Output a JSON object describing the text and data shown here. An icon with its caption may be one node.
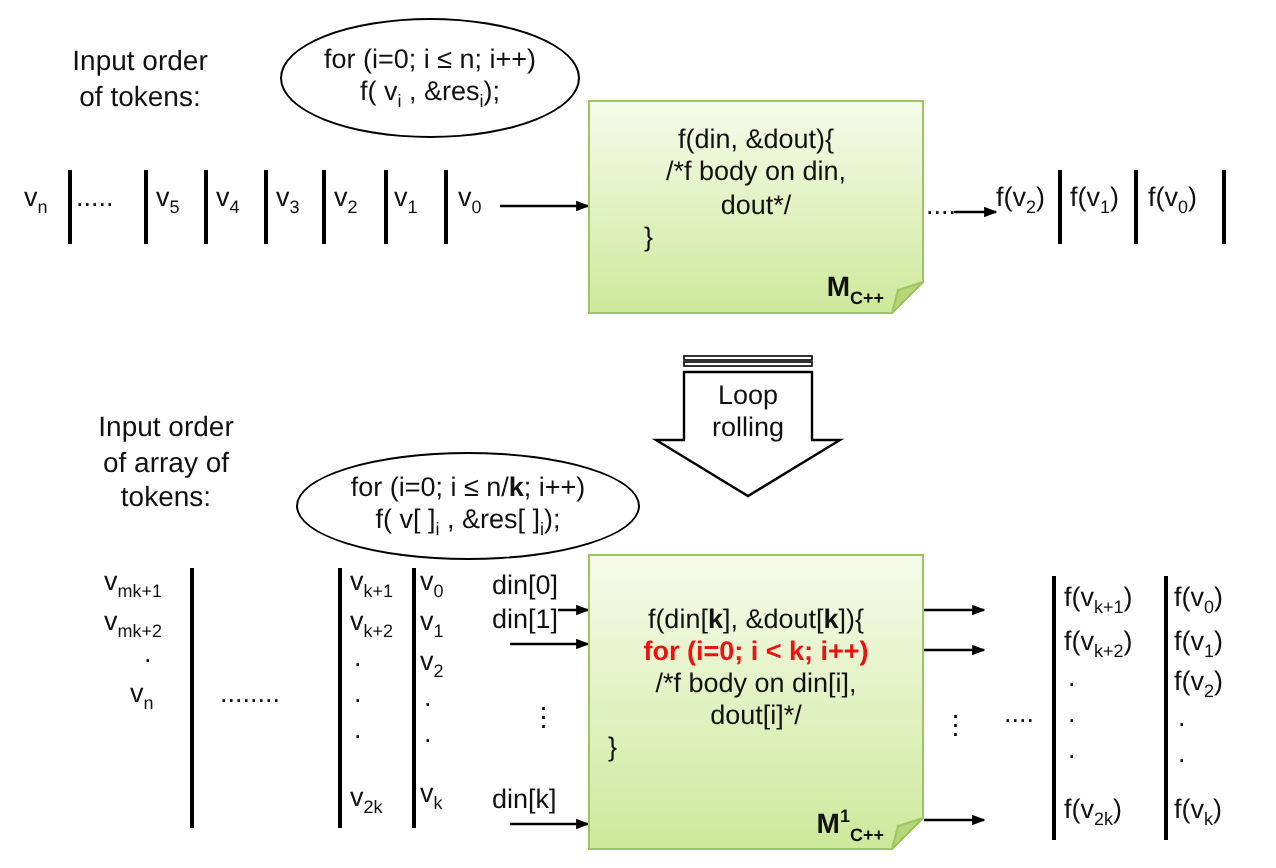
{
  "diagram": {
    "nodes": [
      {
        "text": [
          "for (i=0; i ≤ n; i++)",
          "f( v$_{i}$ , &res$_{i}$);"
        ]
      },
      {
        "text": [
          "f(din, &dout){",
          "/*f body on din, dout*/",
          "}",
          "M$_{C++}$"
        ]
      },
      {
        "text": [
          "for (i=0; i ≤ n/**k**; i++)",
          "f( v[ ]$_{i}$ , &res[ ]$_{i}$);"
        ]
      },
      {
        "text": [
          "Loop rolling"
        ]
      },
      {
        "text": [
          "f(din[**k**], &dout[**k**]){",
          "for (i=0; i < k; i++)",
          "/*f body on din[i], dout[i]*/",
          "}",
          "M$^{1}$$_{C++}$"
        ]
      },
      {
        "text": [
          "...."
        ]
      },
      {
        "text": [
          "f(v$_{2}$)"
        ]
      }
    ],
    "edges": [
      {
        "from": null,
        "to": 1,
        "arrow": "to"
      },
      {
        "from": 5,
        "to": 6,
        "arrow": "to"
      },
      {
        "from": null,
        "to": 4,
        "arrow": "to",
        "label": "din[0]"
      },
      {
        "from": null,
        "to": 4,
        "arrow": "to",
        "label": "din[1]"
      },
      {
        "from": null,
        "to": 4,
        "arrow": "to",
        "label": "din[k]"
      },
      {
        "from": 4,
        "to": null,
        "arrow": "to"
      },
      {
        "from": 4,
        "to": null,
        "arrow": "to"
      },
      {
        "from": 4,
        "to": null,
        "arrow": "to"
      }
    ],
    "labels": [
      "Input order of tokens:",
      "v$_{n}$",
      ".....",
      "v$_{5}$",
      "v$_{4}$",
      "v$_{3}$",
      "v$_{2}$",
      "v$_{1}$",
      "v$_{0}$",
      "f(v$_{1}$)",
      "f(v$_{0}$)",
      "Input order of array of tokens:",
      "v$_{mk+1}$",
      "v$_{mk+2}$",
      ".",
      "v$_{n}$",
      "........",
      "v$_{k+1}$",
      "v$_{k+2}$",
      ".",
      ".",
      ".",
      "v$_{2k}$",
      "v$_{0}$",
      "v$_{1}$",
      "v$_{2}$",
      ".",
      ".",
      "v$_{k}$",
      "⋮",
      "⋮",
      "....",
      "f(v$_{k+1}$)",
      "f(v$_{k+2}$)",
      ".",
      ".",
      ".",
      "f(v$_{2k}$)",
      "f(v$_{0}$)",
      "f(v$_{1}$)",
      "f(v$_{2}$)",
      ".",
      ".",
      "f(v$_{k}$)"
    ]
  }
}
